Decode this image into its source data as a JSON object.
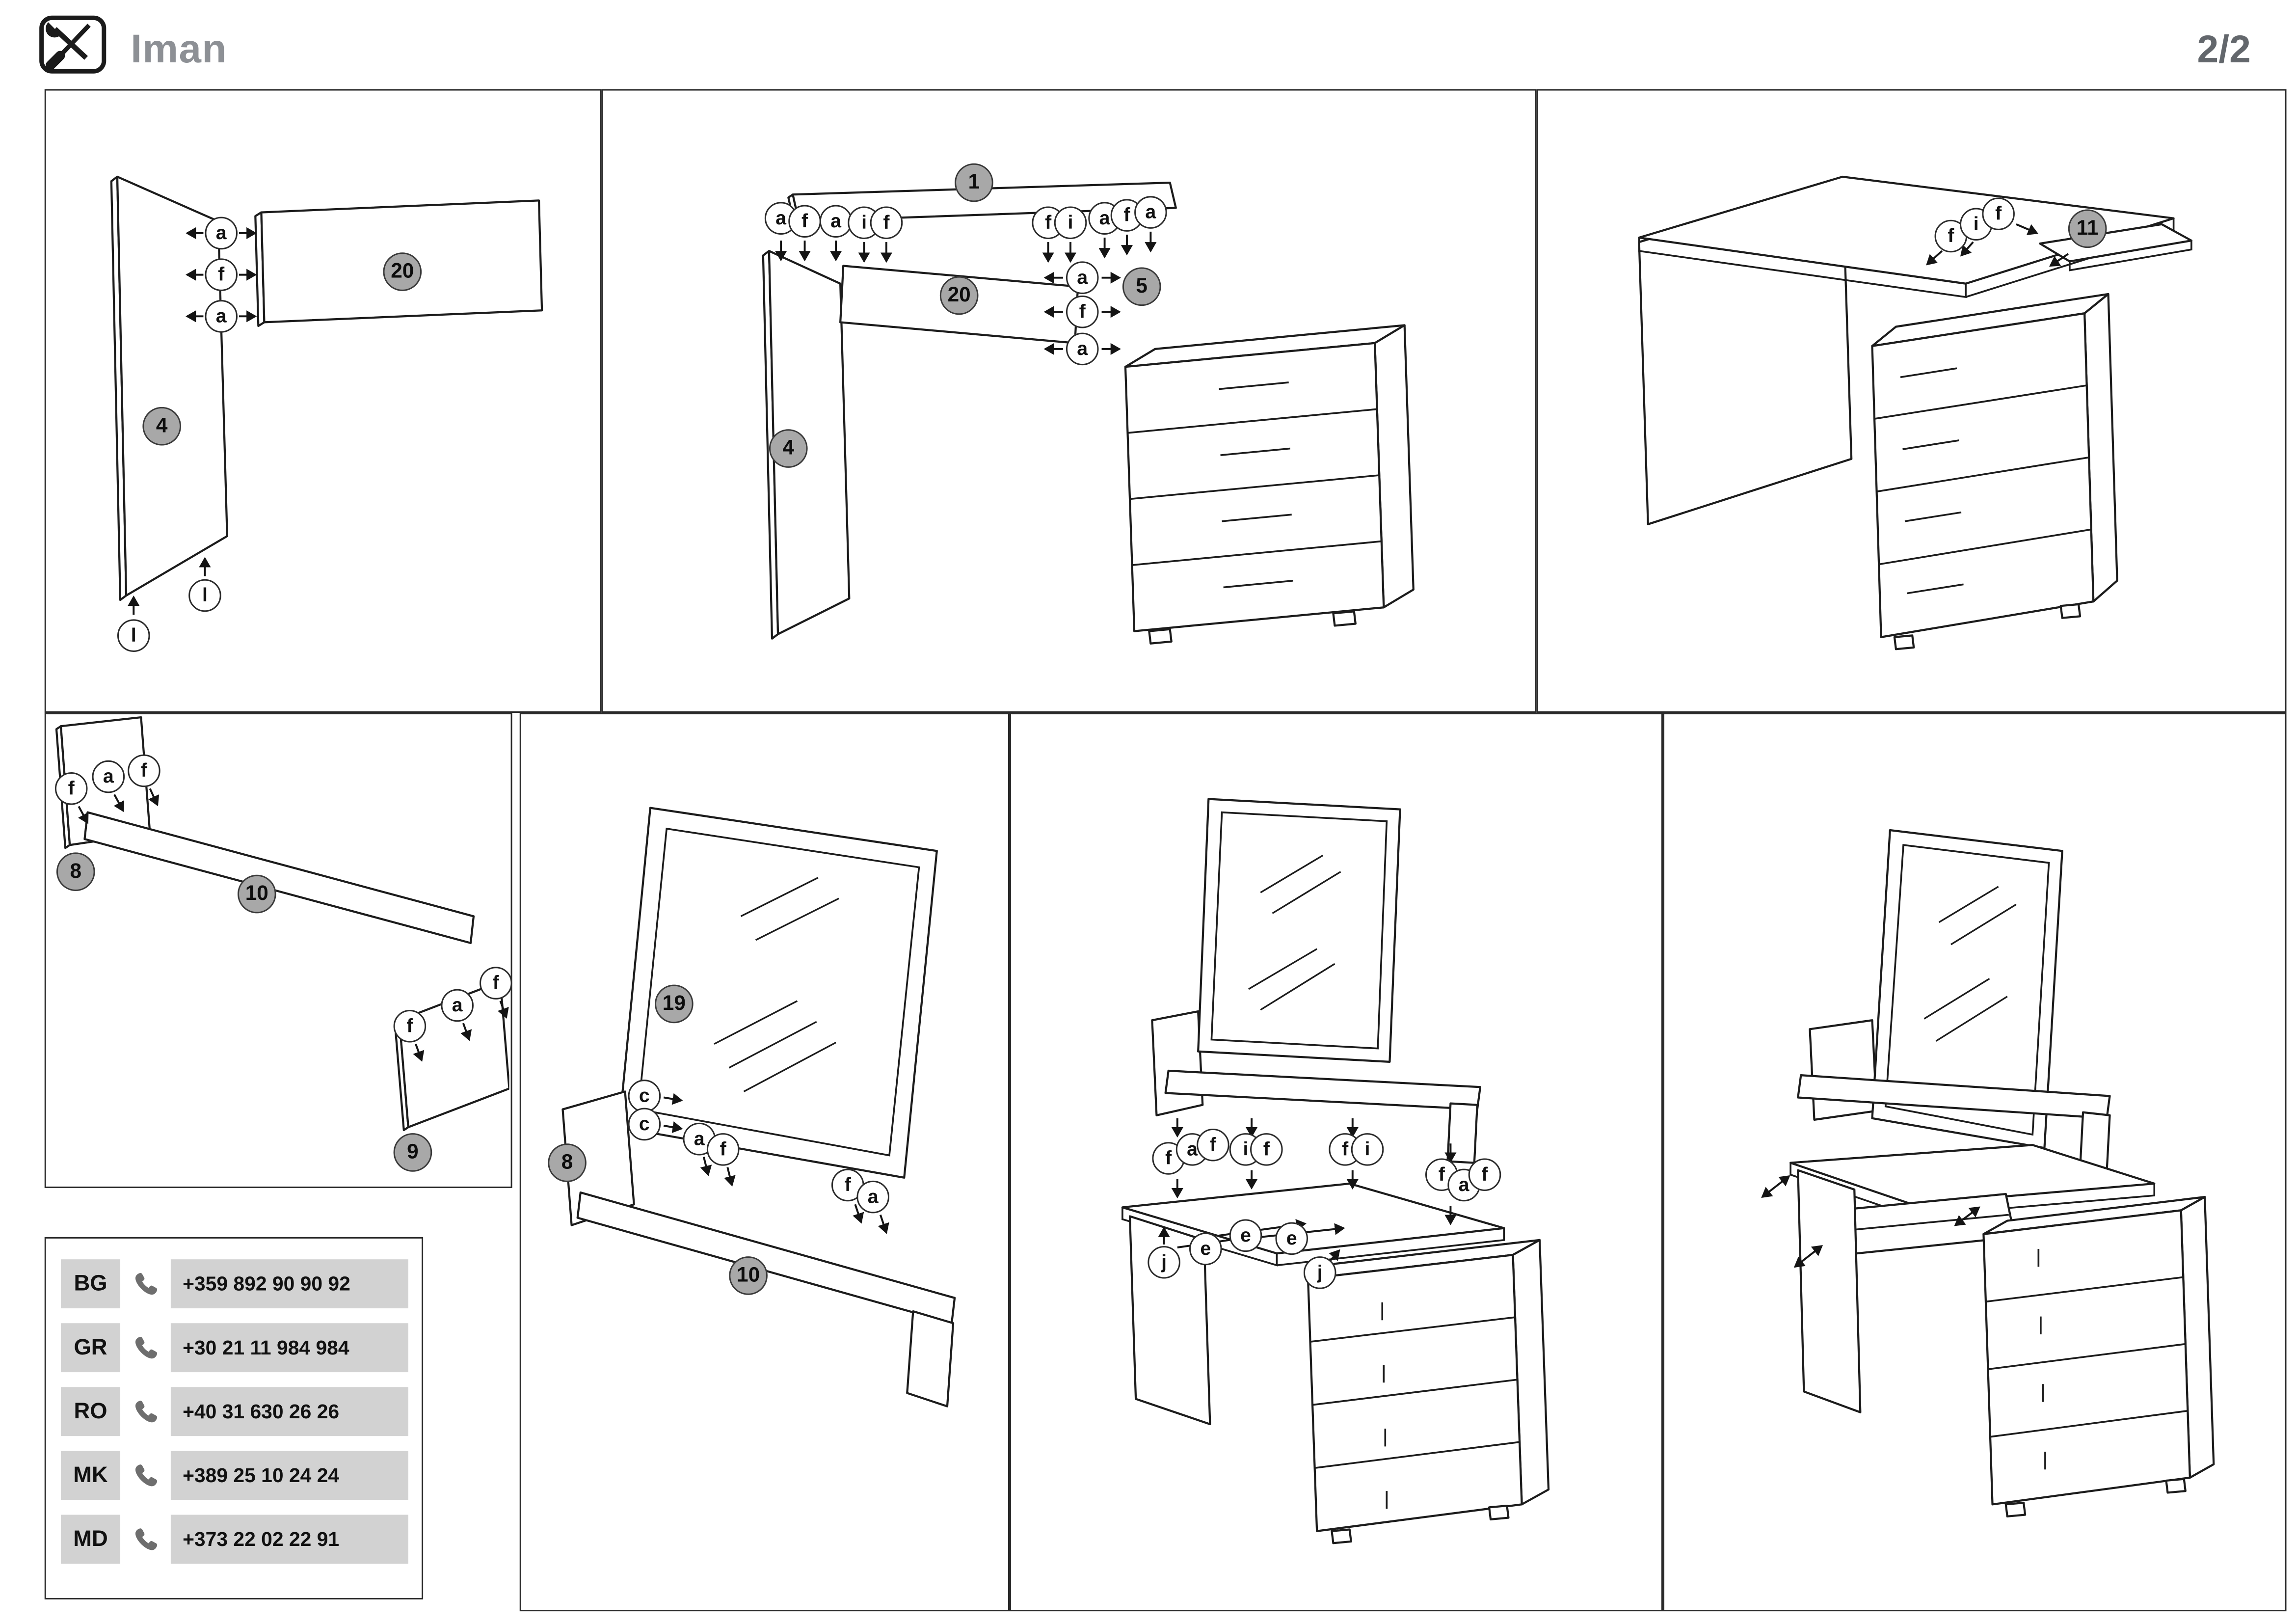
{
  "header": {
    "title": "Iman",
    "page_indicator": "2/2"
  },
  "icons": {
    "header": "crossed-wrench-and-screwdriver",
    "hotline": "phone-handset"
  },
  "colors": {
    "badge_fill": "#a8a8a8",
    "table_cell_fill": "#d2d2d2",
    "line": "#1c1c1c",
    "title_gray": "#8d9095"
  },
  "labels": {
    "a": "a",
    "c": "c",
    "e": "e",
    "f": "f",
    "i": "i",
    "j": "j",
    "l": "l"
  },
  "parts": {
    "n1": "1",
    "n4": "4",
    "n5": "5",
    "n8": "8",
    "n9": "9",
    "n10": "10",
    "n11": "11",
    "n19": "19",
    "n20": "20"
  },
  "hotline": {
    "rows": [
      {
        "code": "BG",
        "phone": "+359 892 90 90 92"
      },
      {
        "code": "GR",
        "phone": "+30 21 11 984 984"
      },
      {
        "code": "RO",
        "phone": "+40 31 630 26 26"
      },
      {
        "code": "MK",
        "phone": "+389 25 10 24 24"
      },
      {
        "code": "MD",
        "phone": "+373 22 02 22 91"
      }
    ]
  }
}
